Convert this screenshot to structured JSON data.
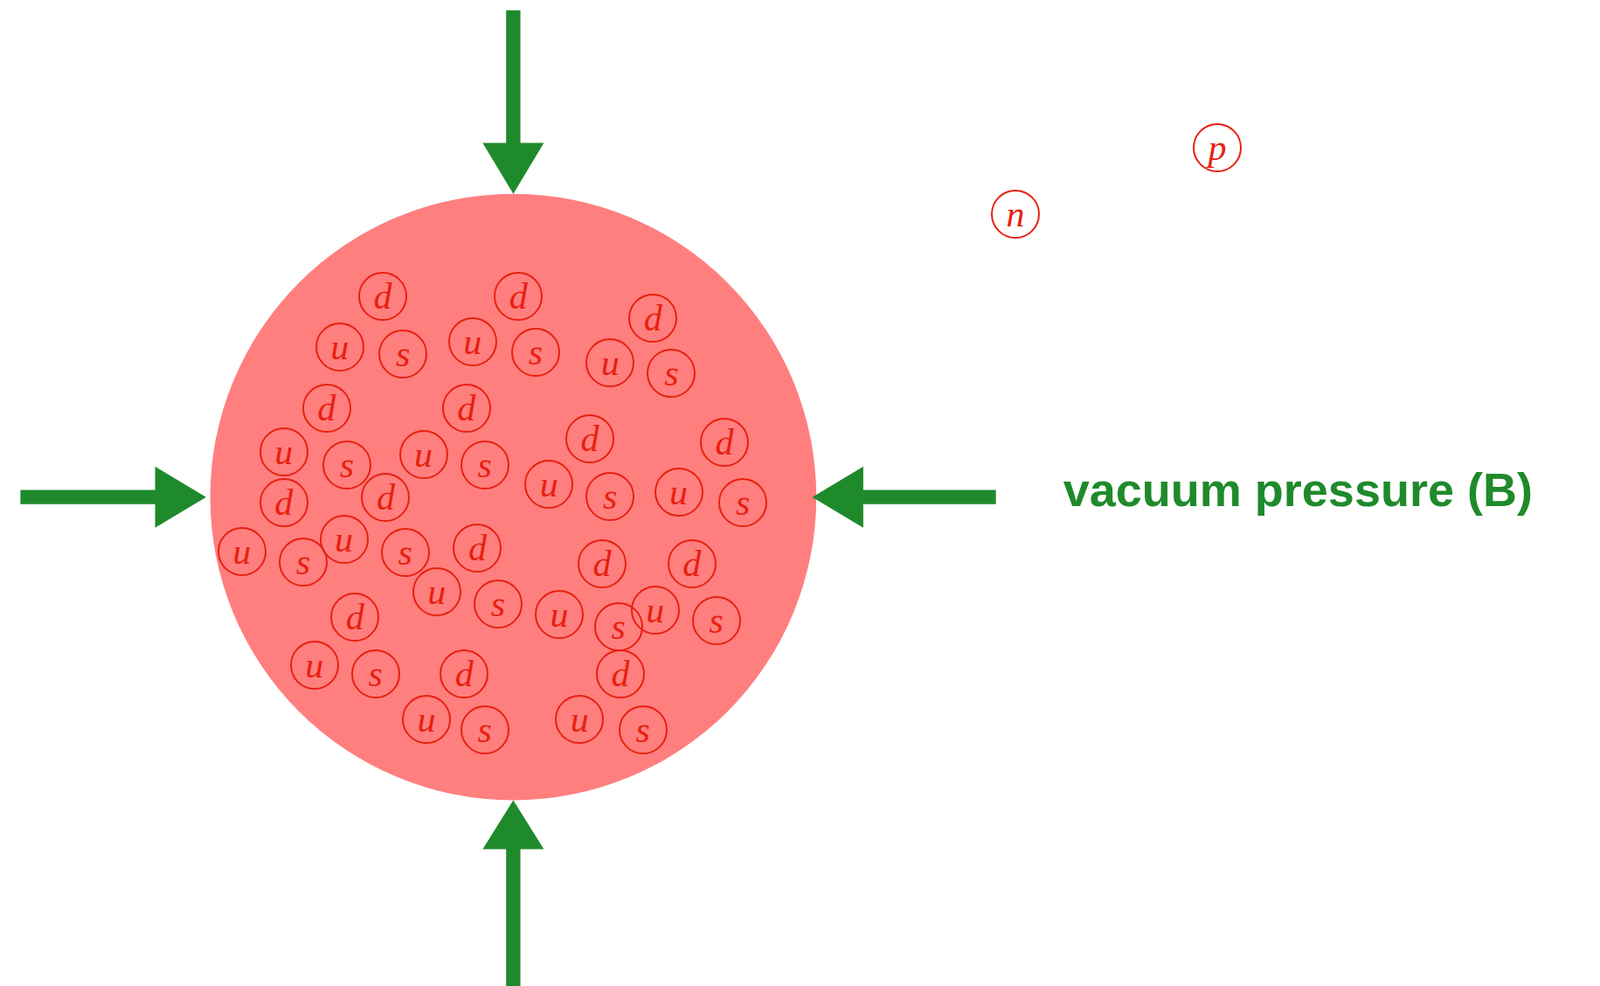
{
  "diagram": {
    "nodes": [
      {
        "text": [
          "p"
        ]
      },
      {
        "text": [
          "n"
        ]
      },
      {
        "text": [
          "d"
        ]
      },
      {
        "text": [
          "d"
        ]
      },
      {
        "text": [
          "d"
        ]
      },
      {
        "text": [
          "u"
        ]
      },
      {
        "text": [
          "s"
        ]
      },
      {
        "text": [
          "u"
        ]
      },
      {
        "text": [
          "s"
        ]
      },
      {
        "text": [
          "u"
        ]
      },
      {
        "text": [
          "s"
        ]
      },
      {
        "text": [
          "d"
        ]
      },
      {
        "text": [
          "d"
        ]
      },
      {
        "text": [
          "d"
        ]
      },
      {
        "text": [
          "d"
        ]
      },
      {
        "text": [
          "u"
        ]
      },
      {
        "text": [
          "s"
        ]
      },
      {
        "text": [
          "u"
        ]
      },
      {
        "text": [
          "s"
        ]
      },
      {
        "text": [
          "u"
        ]
      },
      {
        "text": [
          "s"
        ]
      },
      {
        "text": [
          "u"
        ]
      },
      {
        "text": [
          "s"
        ]
      },
      {
        "text": [
          "d"
        ]
      },
      {
        "text": [
          "d"
        ]
      },
      {
        "text": [
          "u"
        ]
      },
      {
        "text": [
          "s"
        ]
      },
      {
        "text": [
          "u"
        ]
      },
      {
        "text": [
          "s"
        ]
      },
      {
        "text": [
          "d"
        ]
      },
      {
        "text": [
          "d"
        ]
      },
      {
        "text": [
          "d"
        ]
      },
      {
        "text": [
          "u"
        ]
      },
      {
        "text": [
          "s"
        ]
      },
      {
        "text": [
          "u"
        ]
      },
      {
        "text": [
          "s"
        ]
      },
      {
        "text": [
          "u"
        ]
      },
      {
        "text": [
          "s"
        ]
      },
      {
        "text": [
          "d"
        ]
      },
      {
        "text": [
          "u"
        ]
      },
      {
        "text": [
          "s"
        ]
      },
      {
        "text": [
          "d"
        ]
      },
      {
        "text": [
          "d"
        ]
      },
      {
        "text": [
          "u"
        ]
      },
      {
        "text": [
          "s"
        ]
      },
      {
        "text": [
          "u"
        ]
      },
      {
        "text": [
          "s"
        ]
      }
    ],
    "labels": [
      "vacuum pressure (B)"
    ]
  }
}
